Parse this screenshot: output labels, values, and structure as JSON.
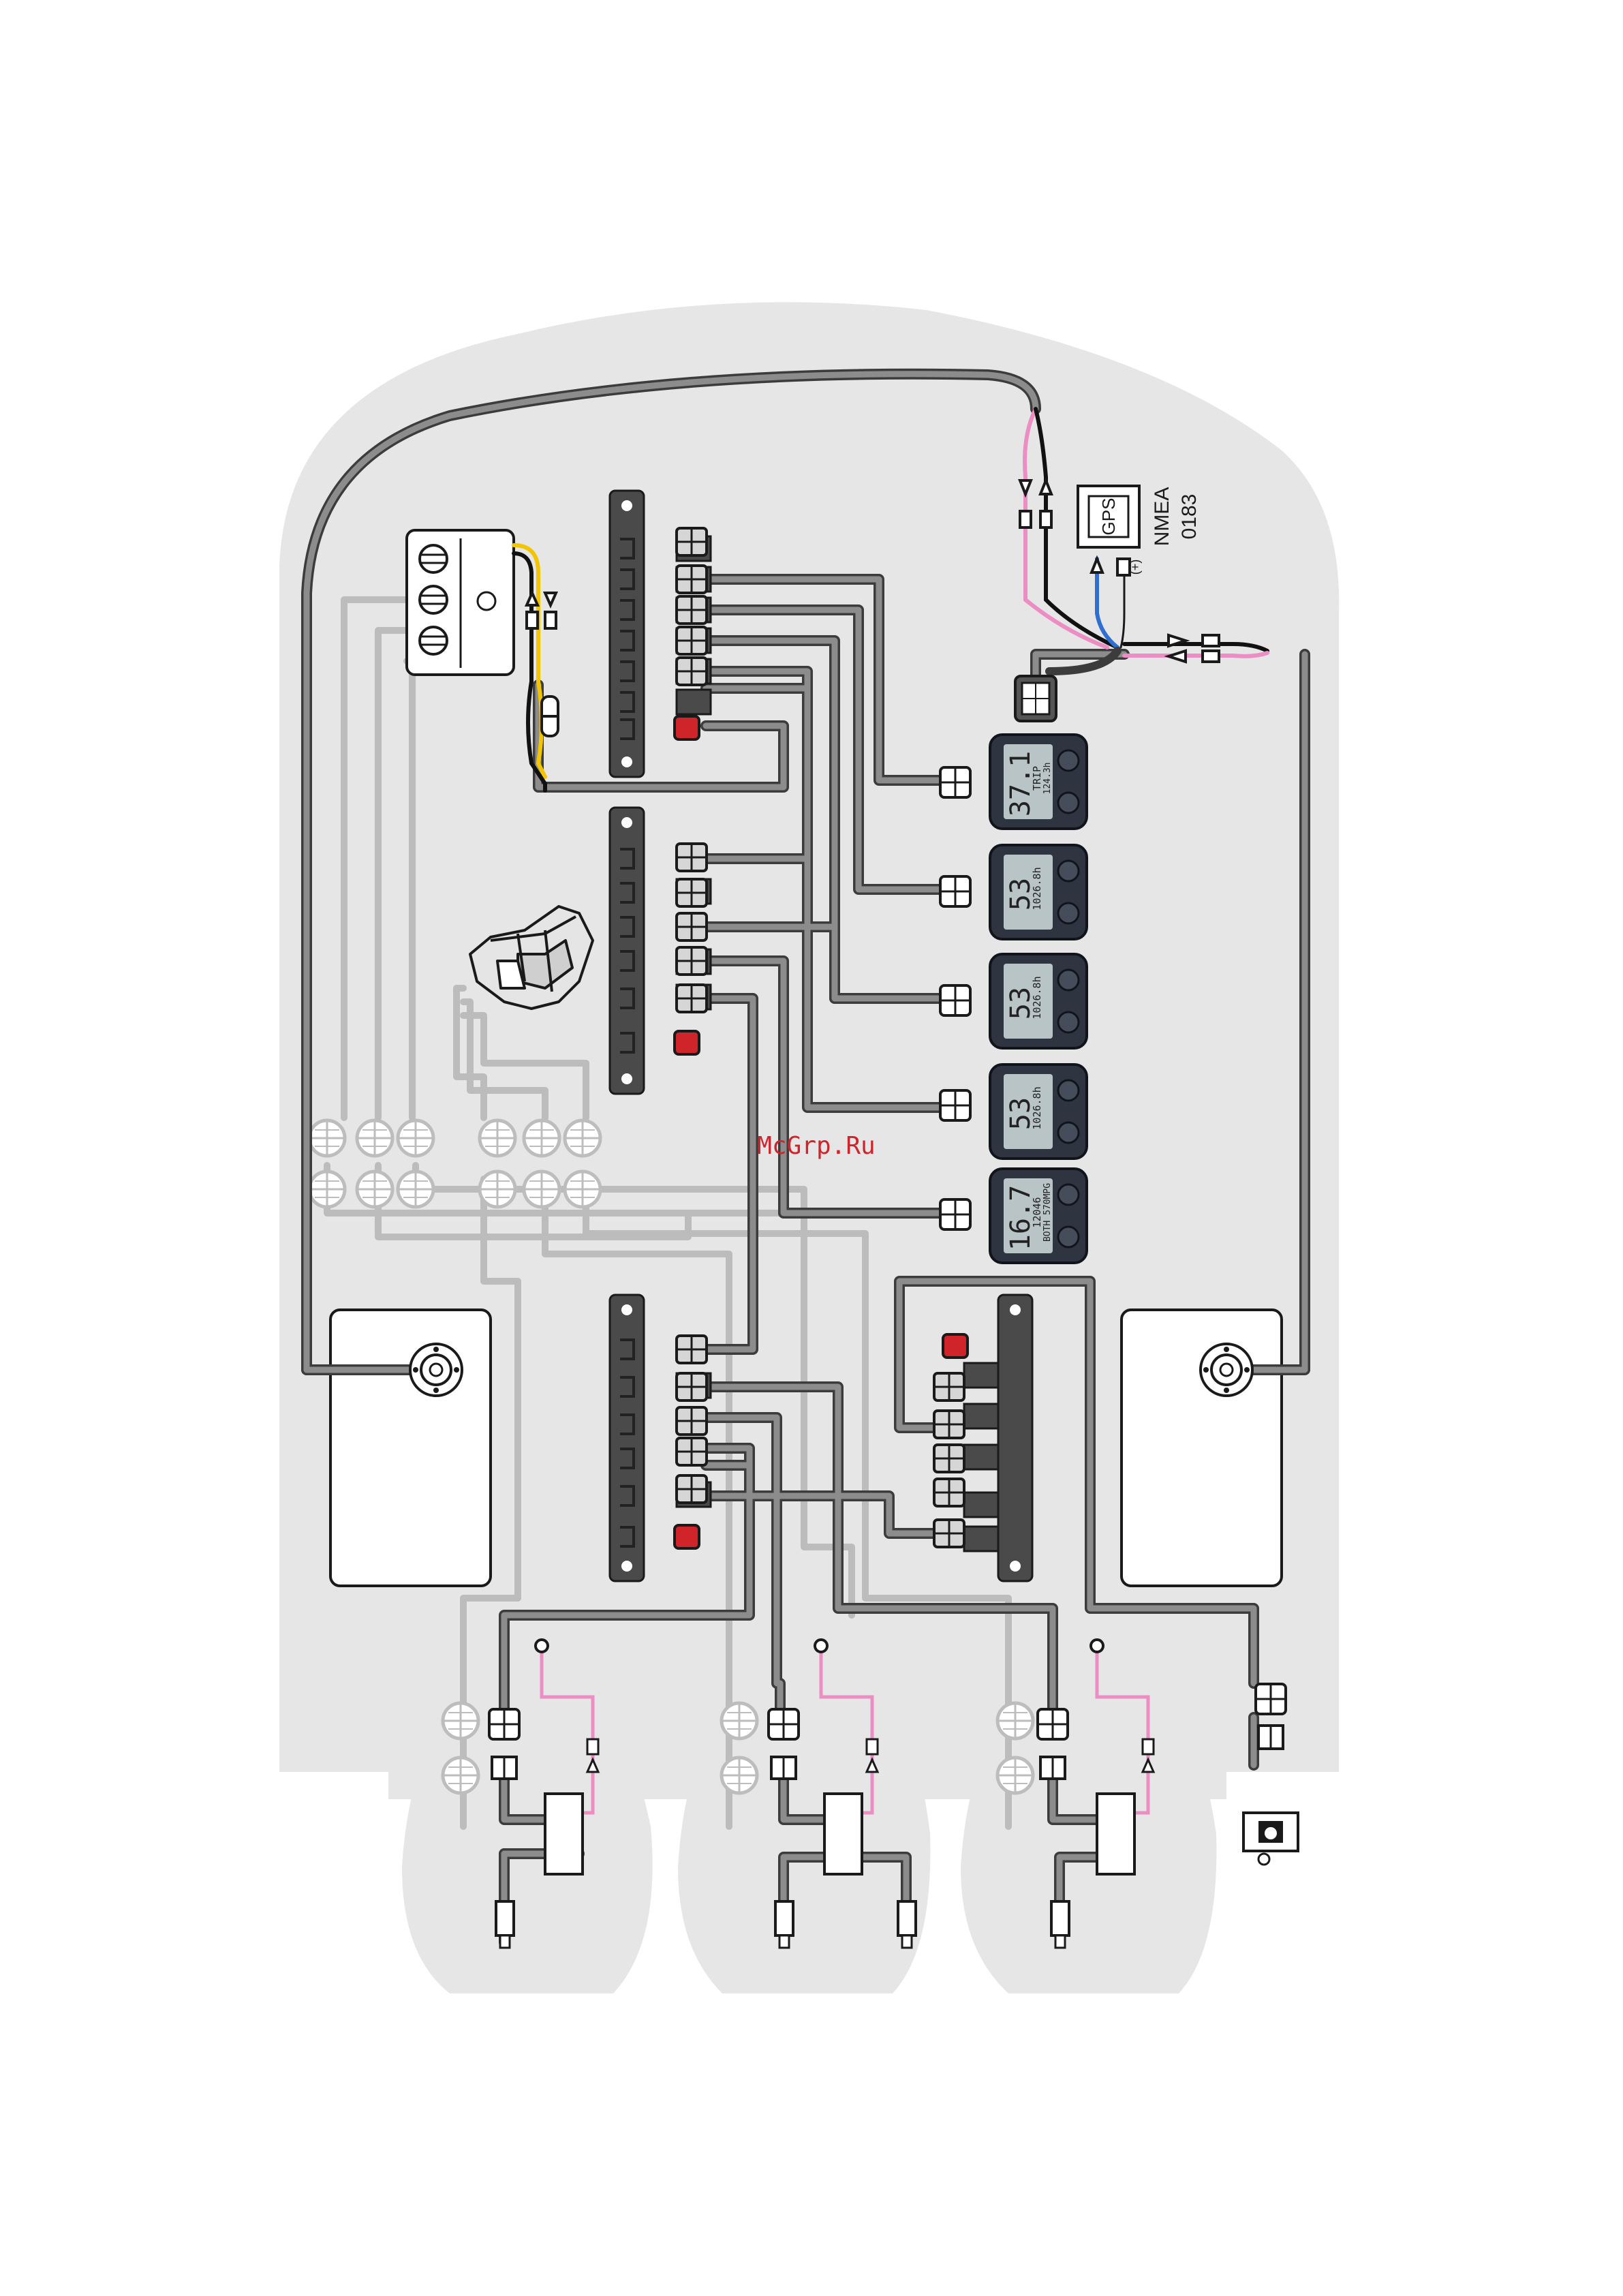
{
  "watermark": "McGrp.Ru",
  "labels": {
    "gps": "GPS",
    "nmea_line1": "NMEA",
    "nmea_line2": "0183",
    "plus": "(+)"
  },
  "gauges": [
    {
      "name": "gauge-trip",
      "big": "37.1",
      "line1": "TRIP",
      "line2": "124.3h"
    },
    {
      "name": "gauge-engine-1",
      "big": "53",
      "line1": "1026.8h",
      "line2": ""
    },
    {
      "name": "gauge-engine-2",
      "big": "53",
      "line1": "1026.8h",
      "line2": ""
    },
    {
      "name": "gauge-engine-3",
      "big": "53",
      "line1": "1026.8h",
      "line2": ""
    },
    {
      "name": "gauge-fuel",
      "big": "16.7",
      "line1": "12046",
      "line2": "BOTH 570MPG"
    }
  ],
  "colors": {
    "hull": "#e6e6e6",
    "cable": "#8c8c8c",
    "cable_outline": "#3c3c3c",
    "bus_bar": "#4a4a4a",
    "terminator": "#d0242b",
    "nmea_pink": "#ec8ec3",
    "nmea_black": "#111111",
    "nmea_blue": "#2e6fd0",
    "power_yellow": "#f2c500",
    "gauge_bezel": "#2e3440",
    "gauge_screen": "#b9c4c7",
    "watermark": "#d0242b"
  },
  "icons": [
    "battery-switch-icon",
    "throttle-control-icon",
    "gps-receiver-icon",
    "fuel-sender-icon",
    "water-separator-icon",
    "gauge-icon",
    "connector-icon",
    "terminator-icon"
  ]
}
